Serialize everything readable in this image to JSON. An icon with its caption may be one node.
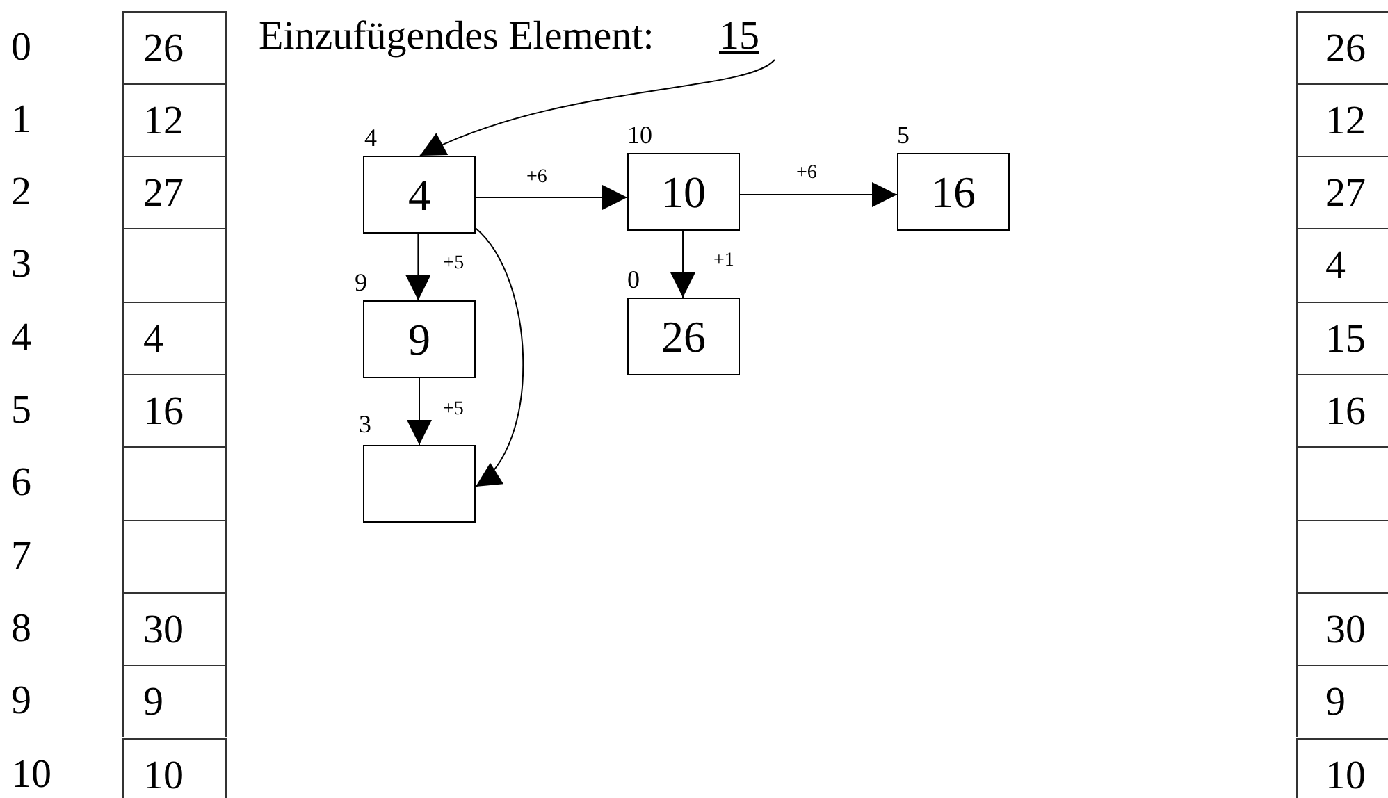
{
  "diagram": {
    "nodes": [
      {
        "text": [
          "4"
        ],
        "beside": [
          "4"
        ]
      },
      {
        "text": [
          "10"
        ],
        "beside": [
          "10"
        ]
      },
      {
        "text": [
          "16"
        ],
        "beside": [
          "5"
        ]
      },
      {
        "text": [
          "9"
        ],
        "beside": [
          "9"
        ]
      },
      {
        "text": [
          "26"
        ],
        "beside": [
          "0"
        ]
      },
      {
        "text": [],
        "shape": "box",
        "beside": [
          "3"
        ]
      },
      {
        "text": [
          "15"
        ]
      }
    ],
    "edges": [
      {
        "from": 6,
        "to": 0,
        "arrow": "to"
      },
      {
        "from": 0,
        "to": 1,
        "arrow": "to",
        "label": "+6"
      },
      {
        "from": 1,
        "to": 2,
        "arrow": "to",
        "label": "+6"
      },
      {
        "from": 0,
        "to": 3,
        "arrow": "to",
        "label": "+5"
      },
      {
        "from": 1,
        "to": 4,
        "arrow": "to",
        "label": "+1"
      },
      {
        "from": 3,
        "to": 5,
        "arrow": "to",
        "label": "+5"
      },
      {
        "from": 0,
        "to": 5,
        "arrow": "to"
      }
    ],
    "labels": [
      "0",
      "26",
      "Einzufügendes Element:",
      "1",
      "12",
      "2",
      "27",
      "3",
      "4",
      "4",
      "5",
      "16",
      "6",
      "7",
      "8",
      "30",
      "9",
      "9",
      "10",
      "10",
      "26",
      "12",
      "27",
      "4",
      "15",
      "16",
      "30",
      "9",
      "10"
    ]
  }
}
